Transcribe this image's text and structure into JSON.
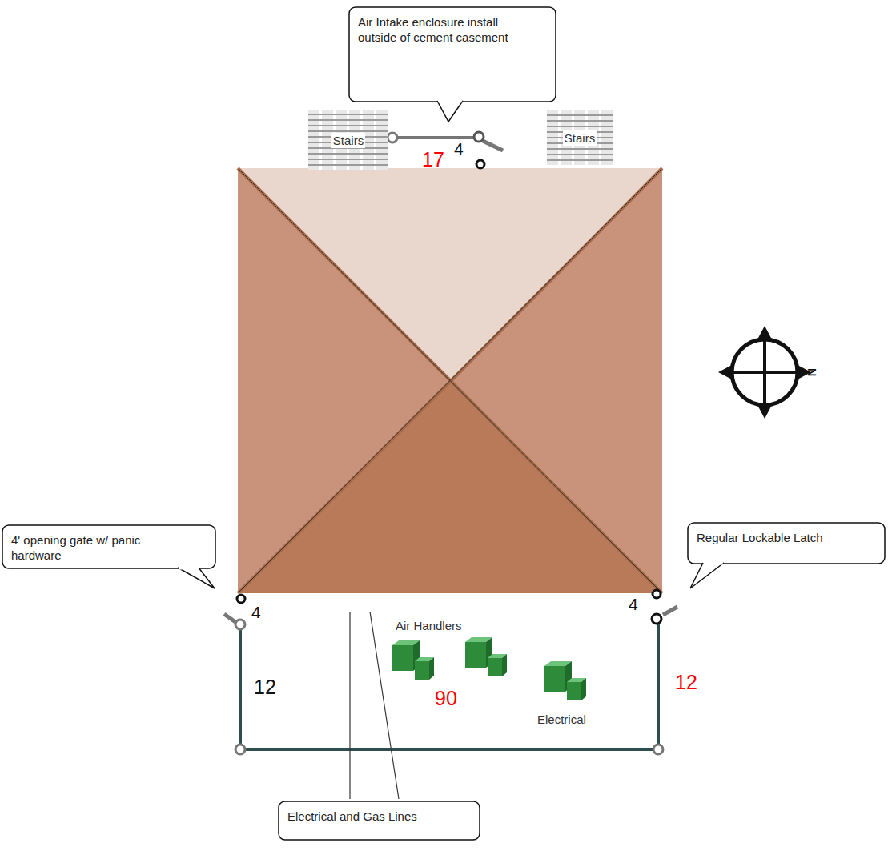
{
  "diagram": {
    "nodes": [
      {
        "text": [
          "Air Intake enclosure install outside of cement casement"
        ]
      },
      {
        "text": [
          "Stairs"
        ]
      },
      {
        "text": [
          "Stairs"
        ]
      },
      {
        "text": [
          "4' opening gate w/ panic hardware"
        ]
      },
      {
        "text": [
          "Regular Lockable Latch"
        ]
      },
      {
        "text": [
          "Electrical and Gas Lines"
        ]
      }
    ],
    "labels": [
      "17",
      "4",
      "N",
      "4",
      "4",
      "Air Handlers",
      "12",
      "12",
      "90",
      "Electrical"
    ]
  }
}
